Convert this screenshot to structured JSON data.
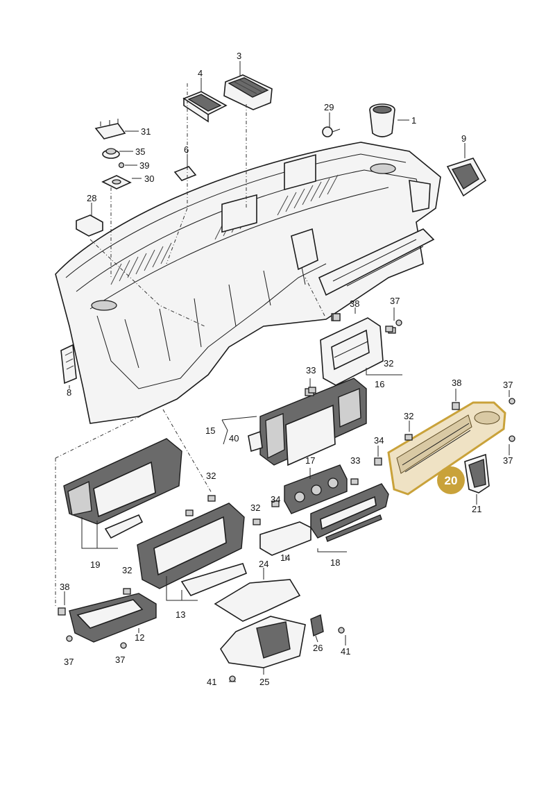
{
  "callouts": [
    {
      "id": "c1",
      "text": "1"
    },
    {
      "id": "c3",
      "text": "3"
    },
    {
      "id": "c4",
      "text": "4"
    },
    {
      "id": "c6",
      "text": "6"
    },
    {
      "id": "c8",
      "text": "8"
    },
    {
      "id": "c9",
      "text": "9"
    },
    {
      "id": "c12",
      "text": "12"
    },
    {
      "id": "c13",
      "text": "13"
    },
    {
      "id": "c14",
      "text": "14"
    },
    {
      "id": "c15",
      "text": "15"
    },
    {
      "id": "c16",
      "text": "16"
    },
    {
      "id": "c17",
      "text": "17"
    },
    {
      "id": "c18",
      "text": "18"
    },
    {
      "id": "c19",
      "text": "19"
    },
    {
      "id": "c21",
      "text": "21"
    },
    {
      "id": "c24",
      "text": "24"
    },
    {
      "id": "c25",
      "text": "25"
    },
    {
      "id": "c26",
      "text": "26"
    },
    {
      "id": "c28",
      "text": "28"
    },
    {
      "id": "c29",
      "text": "29"
    },
    {
      "id": "c30",
      "text": "30"
    },
    {
      "id": "c31",
      "text": "31"
    },
    {
      "id": "c32a",
      "text": "32"
    },
    {
      "id": "c32b",
      "text": "32"
    },
    {
      "id": "c32c",
      "text": "32"
    },
    {
      "id": "c32d",
      "text": "32"
    },
    {
      "id": "c32e",
      "text": "32"
    },
    {
      "id": "c33a",
      "text": "33"
    },
    {
      "id": "c33b",
      "text": "33"
    },
    {
      "id": "c34a",
      "text": "34"
    },
    {
      "id": "c34b",
      "text": "34"
    },
    {
      "id": "c35",
      "text": "35"
    },
    {
      "id": "c37a",
      "text": "37"
    },
    {
      "id": "c37b",
      "text": "37"
    },
    {
      "id": "c37c",
      "text": "37"
    },
    {
      "id": "c37d",
      "text": "37"
    },
    {
      "id": "c37e",
      "text": "37"
    },
    {
      "id": "c38a",
      "text": "38"
    },
    {
      "id": "c38b",
      "text": "38"
    },
    {
      "id": "c38c",
      "text": "38"
    },
    {
      "id": "c39",
      "text": "39"
    },
    {
      "id": "c40",
      "text": "40"
    },
    {
      "id": "c41a",
      "text": "41"
    },
    {
      "id": "c41b",
      "text": "41"
    }
  ],
  "highlight": {
    "text": "20",
    "badge_color": "#c9a23a",
    "part_color": "#efe2c4"
  },
  "colors": {
    "line": "#1b1b1b",
    "part_fill": "#f4f4f4",
    "shade": "#6a6a6a"
  }
}
